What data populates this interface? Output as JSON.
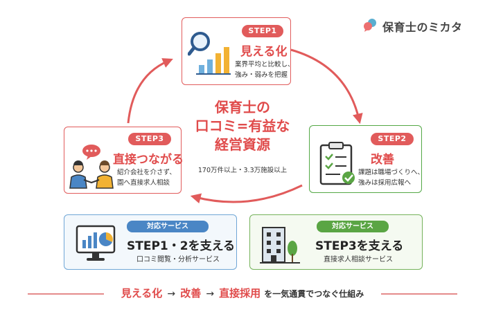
{
  "brand": {
    "name": "保育士のミカタ"
  },
  "center": {
    "title_lines": [
      "保育士の",
      "口コミ=有益な",
      "経営資源"
    ],
    "subtitle": "170万件以上・3.3万施設以上"
  },
  "steps": [
    {
      "badge": "STEP1",
      "title": "見える化",
      "desc": [
        "業界平均と比較し、",
        "強み・弱みを把握"
      ]
    },
    {
      "badge": "STEP2",
      "title": "改善",
      "desc": [
        "課題は職場づくりへ、",
        "強みは採用広報へ"
      ]
    },
    {
      "badge": "STEP3",
      "title": "直接つながる",
      "desc": [
        "紹介会社を介さず、",
        "園へ直接求人相談"
      ]
    }
  ],
  "services": [
    {
      "badge": "対応サービス",
      "title": "STEP1・2を支える",
      "desc": "口コミ閲覧・分析サービス"
    },
    {
      "badge": "対応サービス",
      "title": "STEP3を支える",
      "desc": "直接求人相談サービス"
    }
  ],
  "footer": {
    "part1": "見える化",
    "arrow1": "→",
    "part2": "改善",
    "arrow2": "→",
    "part3": "直接採用",
    "rest": "を一気通貫でつなぐ仕組み"
  },
  "colors": {
    "accent_red": "#e15b5b",
    "accent_blue": "#4a86c5",
    "accent_green": "#5aa544"
  },
  "icons": [
    "speech-bubbles-logo-icon",
    "magnifier-bar-chart-icon",
    "checklist-icon",
    "handshake-consultation-icon",
    "monitor-dashboard-icon",
    "building-icon"
  ]
}
